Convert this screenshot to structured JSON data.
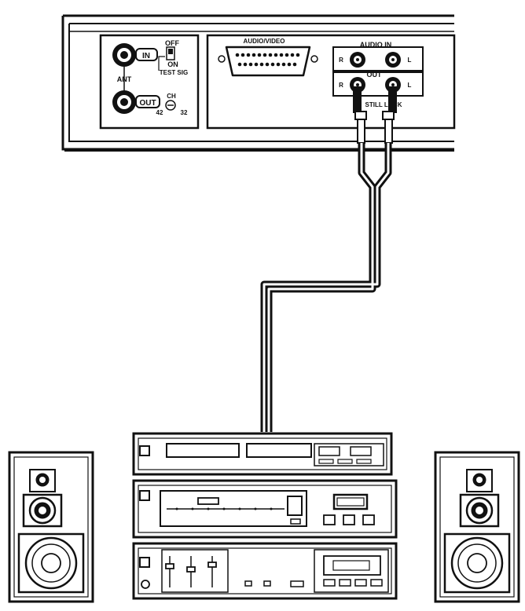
{
  "rear_panel": {
    "ant_in_label": "IN",
    "ant_label": "ANT",
    "ant_out_label": "OUT",
    "test_sig_off": "OFF",
    "test_sig_on": "ON",
    "test_sig_label": "TEST SIG",
    "ch_label": "CH",
    "ch_low": "42",
    "ch_high": "32",
    "av_connector_label": "AUDIO/VIDEO",
    "audio_in_label": "AUDIO IN",
    "audio_out_label": "OUT",
    "right_channel": "R",
    "left_channel": "L",
    "still_lock_label": "STILL LOCK"
  },
  "colors": {
    "ink": "#111111",
    "paper": "#ffffff"
  }
}
